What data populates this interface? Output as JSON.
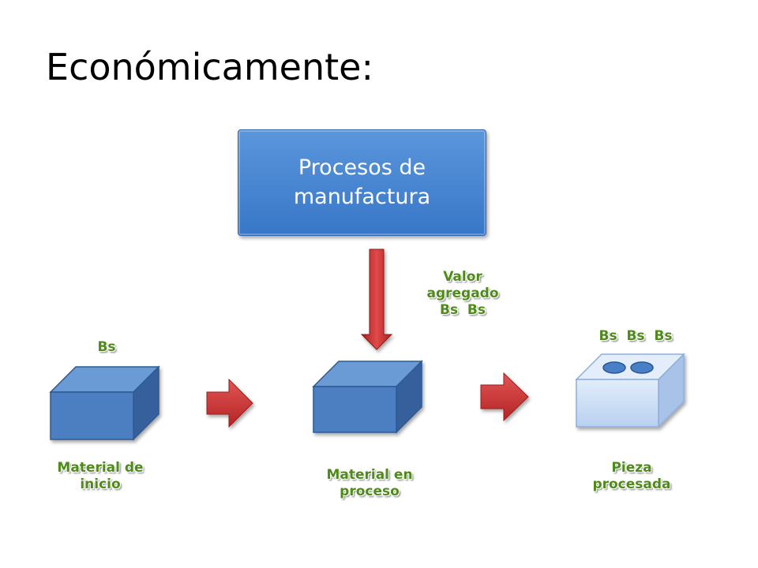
{
  "title": "Económicamente:",
  "process": {
    "label_line1": "Procesos de",
    "label_line2": "manufactura"
  },
  "value_added": {
    "line1": "Valor",
    "line2": "agregado",
    "line3": "Bs  Bs"
  },
  "stages": [
    {
      "currency": "Bs",
      "label_line1": "Material de",
      "label_line2": "inicio"
    },
    {
      "currency": "",
      "label_line1": "Material en",
      "label_line2": "proceso"
    },
    {
      "currency": "Bs  Bs  Bs",
      "label_line1": "Pieza",
      "label_line2": "procesada"
    }
  ],
  "colors": {
    "process_box": "#4a87d2",
    "cube_front": "#4b7fc1",
    "cube_top": "#6a9bd4",
    "cube_side": "#34609c",
    "piece_front": "#cfe0f7",
    "arrow": "#d63a3a",
    "label_text": "#4f8a1a"
  }
}
